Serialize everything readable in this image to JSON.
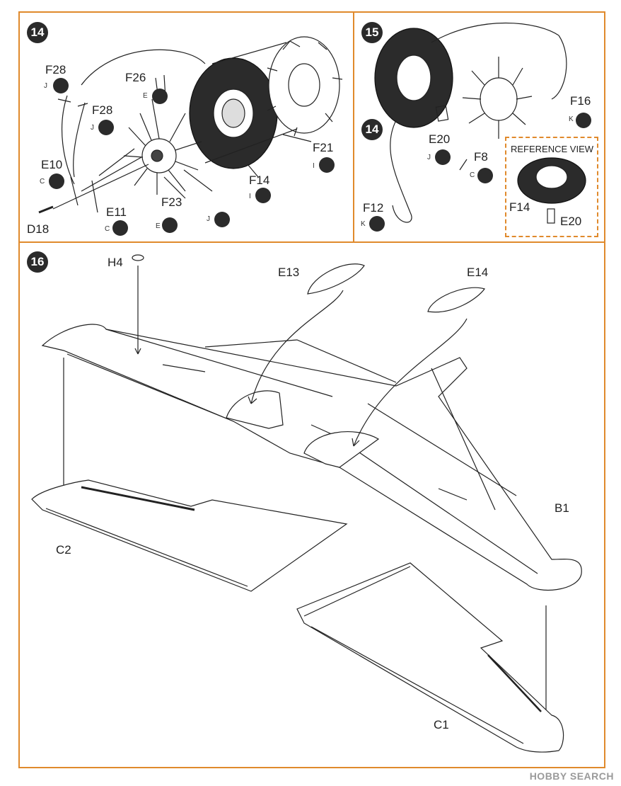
{
  "steps": {
    "s14": "14",
    "s15": "15",
    "s14b": "14",
    "s16": "16"
  },
  "p14": {
    "f28a": "F28",
    "f28a_code": "J",
    "f26": "F26",
    "f26_code": "E",
    "f28b": "F28",
    "f28b_code": "J",
    "e10": "E10",
    "e10_code": "C",
    "d18": "D18",
    "e11": "E11",
    "e11_code": "C",
    "f23": "F23",
    "f23_code": "E",
    "f21": "F21",
    "f21_code": "I",
    "f14": "F14",
    "f14_code": "I",
    "extra_code": "J"
  },
  "p15": {
    "f16": "F16",
    "f16_code": "K",
    "e20": "E20",
    "e20_code": "J",
    "f8": "F8",
    "f8_code": "C",
    "f12": "F12",
    "f12_code": "K",
    "ref_title": "REFERENCE VIEW",
    "ref_f14": "F14",
    "ref_e20": "E20"
  },
  "p16": {
    "h4": "H4",
    "e13": "E13",
    "e14": "E14",
    "b1": "B1",
    "c2": "C2",
    "c1": "C1"
  },
  "watermark": "HOBBY SEARCH"
}
